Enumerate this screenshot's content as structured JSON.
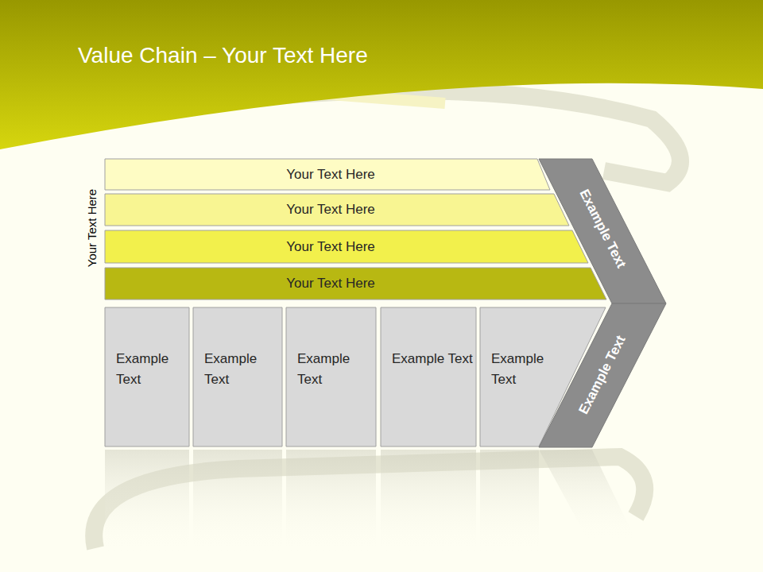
{
  "diagram": {
    "title": "Value Chain – Your Text Here",
    "nodes": [
      {
        "text": [
          "Your Text Here"
        ]
      },
      {
        "text": [
          "Your Text Here"
        ]
      },
      {
        "text": [
          "Your Text Here"
        ]
      },
      {
        "text": [
          "Your Text Here"
        ]
      },
      {
        "text": [
          "Example Text"
        ]
      },
      {
        "text": [
          "Example Text"
        ]
      },
      {
        "text": [
          "Example Text"
        ]
      },
      {
        "text": [
          "Example Text"
        ]
      },
      {
        "text": [
          "Example Text"
        ]
      },
      {
        "text": [
          "Example Text"
        ]
      },
      {
        "text": [
          "Example Text"
        ]
      }
    ],
    "labels": [
      "Your Text Here"
    ]
  }
}
